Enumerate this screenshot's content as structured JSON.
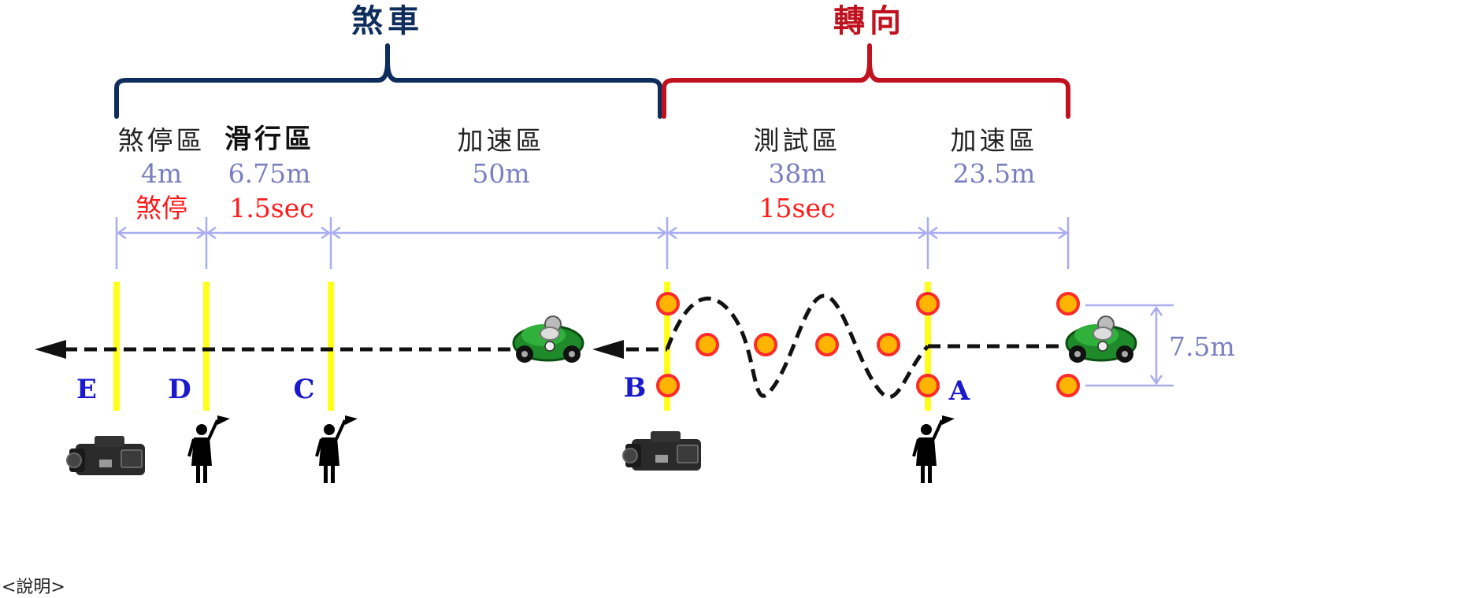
{
  "headings": {
    "brake": {
      "label": "煞車",
      "color": "#0f2d5c"
    },
    "steer": {
      "label": "轉向",
      "color": "#c0121e"
    }
  },
  "zones": {
    "stop": {
      "name": "煞停區",
      "distance": "4m",
      "note": "煞停"
    },
    "coast": {
      "name": "滑行區",
      "distance": "6.75m",
      "note": "1.5sec"
    },
    "accel_brake": {
      "name": "加速區",
      "distance": "50m"
    },
    "test": {
      "name": "測試區",
      "distance": "38m",
      "note": "15sec"
    },
    "accel_steer": {
      "name": "加速區",
      "distance": "23.5m"
    }
  },
  "width_label": "7.5m",
  "points": {
    "a": "A",
    "b": "B",
    "c": "C",
    "d": "D",
    "e": "E"
  },
  "footer_note": "<說明>",
  "colors": {
    "gate": "#ffff1a",
    "dimension": "#a9adf0",
    "cone_fill": "#ffb400",
    "cone_ring": "#ff2a2a",
    "car": "#1f8a2a"
  }
}
